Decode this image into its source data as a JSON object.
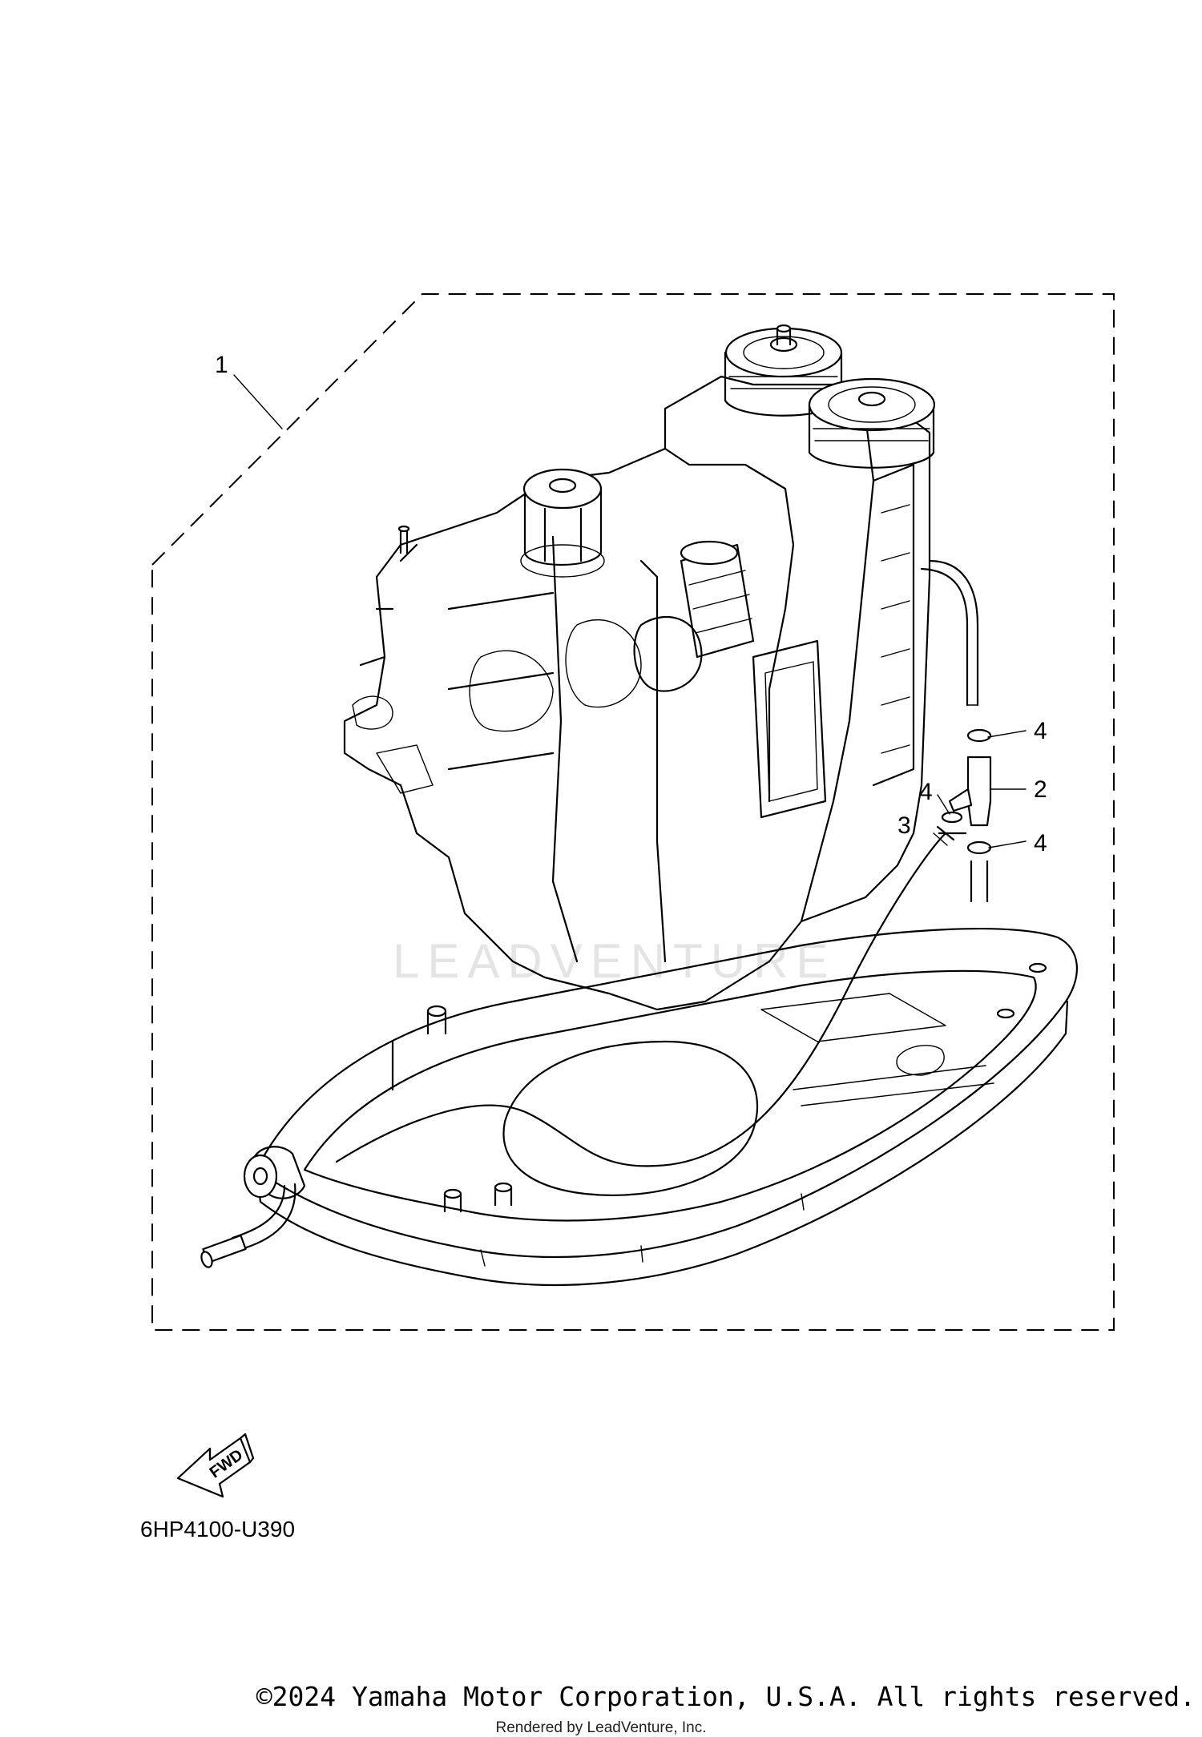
{
  "callouts": [
    {
      "number": "1",
      "part": "power unit assembly (boundary)"
    },
    {
      "number": "2",
      "part": "joint"
    },
    {
      "number": "3",
      "part": "hose"
    },
    {
      "number": "4",
      "part": "clip"
    }
  ],
  "callout_labels": {
    "c1": "1",
    "c2": "2",
    "c3": "3",
    "c4a": "4",
    "c4b": "4",
    "c4c": "4"
  },
  "direction_indicator": {
    "label": "FWD",
    "icon": "forward-arrow-icon"
  },
  "diagram_code": "6HP4100-U390",
  "watermark": "LEADVENTURE",
  "copyright": "©2024 Yamaha Motor Corporation, U.S.A. All rights reserved.",
  "rendered_by": "Rendered by LeadVenture, Inc.",
  "colors": {
    "line": "#000000",
    "background": "#ffffff",
    "watermark": "#e4e4e4"
  }
}
